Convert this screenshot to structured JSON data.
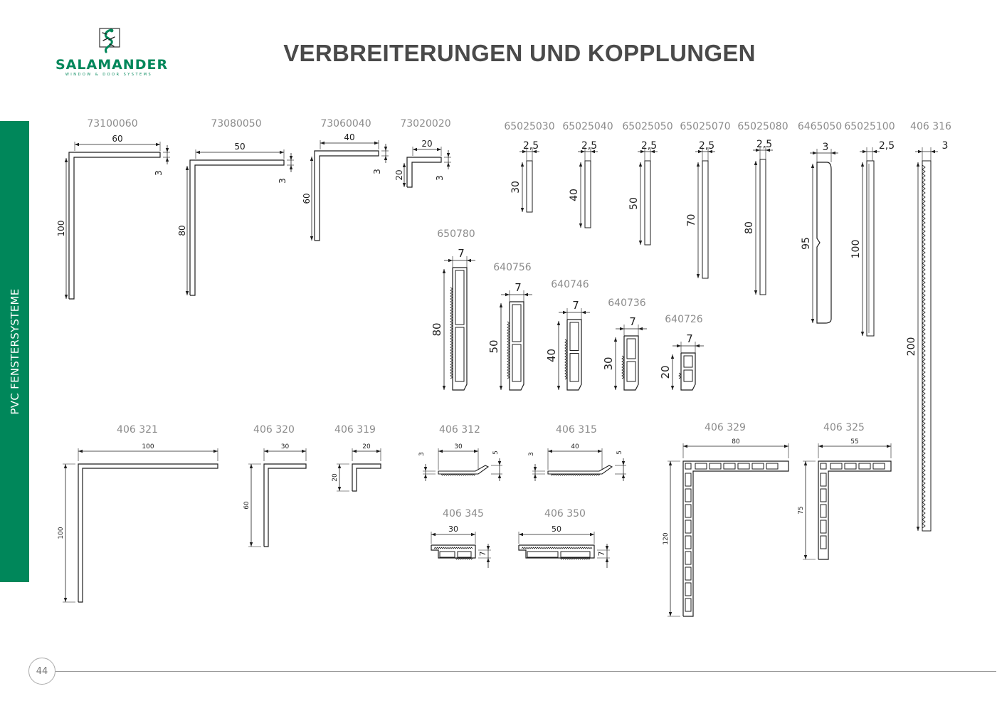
{
  "header": {
    "brand": "SALAMANDER",
    "brand_tagline": "WINDOW & DOOR SYSTEMS",
    "title": "VERBREITERUNGEN UND KOPPLUNGEN"
  },
  "sidebar": {
    "label": "PVC FENSTERSYSTEME"
  },
  "footer": {
    "page_number": "44"
  },
  "colors": {
    "brand_green": "#00875a",
    "line": "#1e1e1e",
    "part_number": "#8c8c8c"
  },
  "icons": {
    "logo": "salamander-lizard-icon"
  },
  "profiles": [
    {
      "id": "73100060",
      "type": "angle",
      "dims": [
        "60",
        "100",
        "3"
      ]
    },
    {
      "id": "73080050",
      "type": "angle",
      "dims": [
        "50",
        "80",
        "3"
      ]
    },
    {
      "id": "73060040",
      "type": "angle",
      "dims": [
        "40",
        "60",
        "3"
      ]
    },
    {
      "id": "73020020",
      "type": "angle",
      "dims": [
        "20",
        "20",
        "3"
      ]
    },
    {
      "id": "65025030",
      "type": "flat",
      "dims": [
        "2,5",
        "30"
      ]
    },
    {
      "id": "65025040",
      "type": "flat",
      "dims": [
        "2,5",
        "40"
      ]
    },
    {
      "id": "65025050",
      "type": "flat",
      "dims": [
        "2,5",
        "50"
      ]
    },
    {
      "id": "65025070",
      "type": "flat",
      "dims": [
        "2,5",
        "70"
      ]
    },
    {
      "id": "65025080",
      "type": "flat",
      "dims": [
        "2,5",
        "80"
      ]
    },
    {
      "id": "6465050",
      "type": "flat-rounded",
      "dims": [
        "3",
        "95"
      ]
    },
    {
      "id": "65025100",
      "type": "flat-grooved",
      "dims": [
        "2,5",
        "100"
      ]
    },
    {
      "id": "406 316",
      "type": "flat-serrated",
      "dims": [
        "3",
        "200"
      ]
    },
    {
      "id": "650780",
      "type": "hollow",
      "dims": [
        "7",
        "80"
      ]
    },
    {
      "id": "640756",
      "type": "hollow",
      "dims": [
        "7",
        "50"
      ]
    },
    {
      "id": "640746",
      "type": "hollow",
      "dims": [
        "7",
        "40"
      ]
    },
    {
      "id": "640736",
      "type": "hollow",
      "dims": [
        "7",
        "30"
      ]
    },
    {
      "id": "640726",
      "type": "hollow",
      "dims": [
        "7",
        "20"
      ]
    },
    {
      "id": "406 321",
      "type": "angle-small",
      "dims": [
        "100",
        "100"
      ]
    },
    {
      "id": "406 320",
      "type": "angle-small",
      "dims": [
        "30",
        "60"
      ]
    },
    {
      "id": "406 319",
      "type": "angle-small",
      "dims": [
        "20",
        "20"
      ]
    },
    {
      "id": "406 312",
      "type": "clip",
      "dims": [
        "30",
        "3",
        "5"
      ]
    },
    {
      "id": "406 315",
      "type": "clip",
      "dims": [
        "40",
        "3",
        "5"
      ]
    },
    {
      "id": "406 345",
      "type": "coupling",
      "dims": [
        "30",
        "7"
      ]
    },
    {
      "id": "406 350",
      "type": "coupling",
      "dims": [
        "50",
        "7"
      ]
    },
    {
      "id": "406 329",
      "type": "hollow-angle",
      "dims": [
        "80",
        "120"
      ]
    },
    {
      "id": "406 325",
      "type": "hollow-angle",
      "dims": [
        "55",
        "75"
      ]
    }
  ]
}
